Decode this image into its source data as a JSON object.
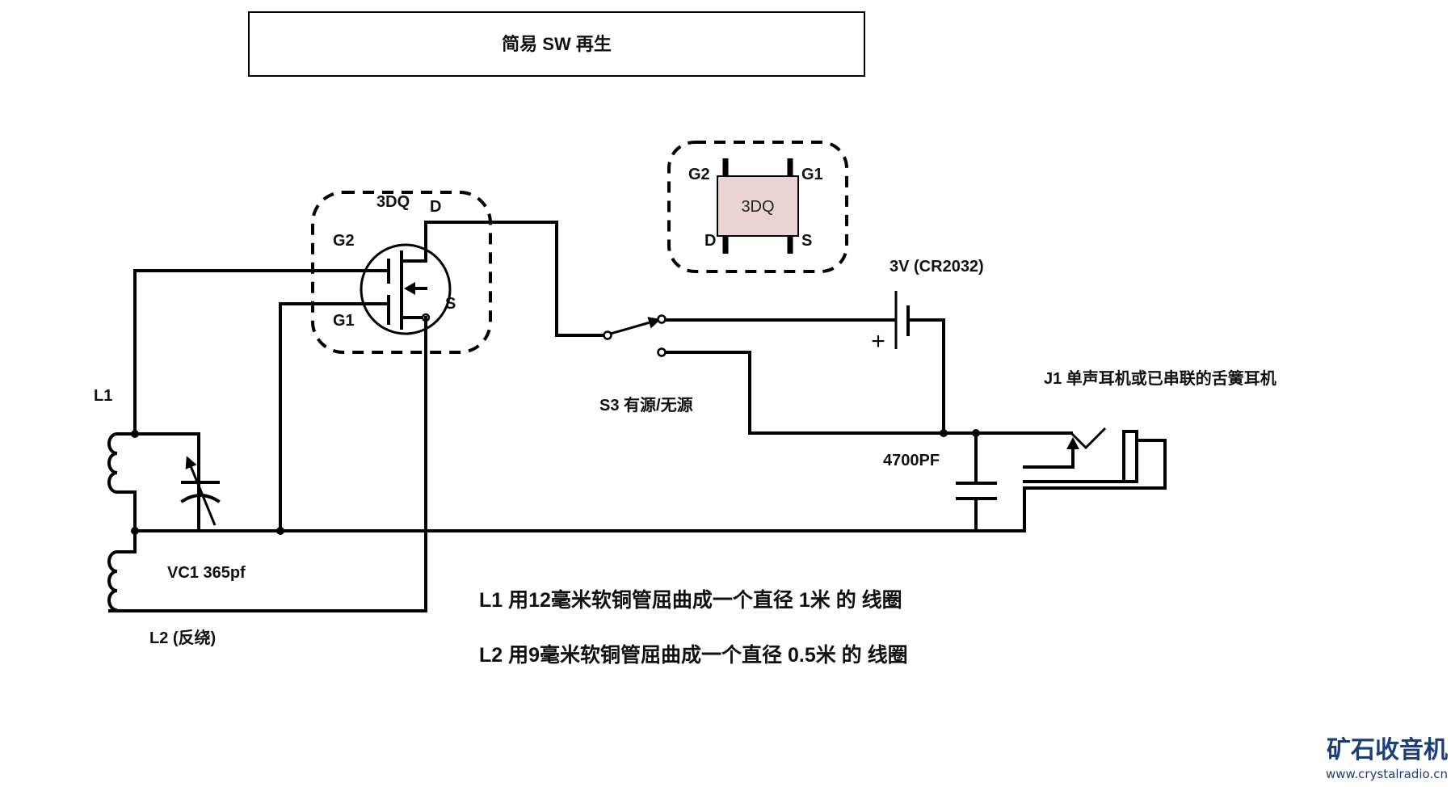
{
  "title": "简易 SW 再生",
  "colors": {
    "line": "#000000",
    "chip_fill": "#ecd3d3",
    "logo": "#1c3f7a"
  },
  "transistor": {
    "name": "3DQ",
    "pins": {
      "d": "D",
      "g2": "G2",
      "g1": "G1",
      "s": "S"
    }
  },
  "pinout": {
    "chip_label": "3DQ",
    "pins": {
      "top_left": "G2",
      "top_right": "G1",
      "bottom_left": "D",
      "bottom_right": "S"
    }
  },
  "labels": {
    "l1": "L1",
    "l2": "L2 (反绕)",
    "vc1": "VC1 365pf",
    "battery": "3V (CR2032)",
    "battery_plus": "+",
    "switch": "S3 有源/无源",
    "cap": "4700PF",
    "jack": "J1 单声耳机或已串联的舌簧耳机"
  },
  "notes": [
    "L1 用12毫米软铜管屈曲成一个直径 1米 的 线圈",
    "L2 用9毫米软铜管屈曲成一个直径 0.5米 的 线圈"
  ],
  "logo": {
    "name": "矿石收音机",
    "url": "www.crystalradio.cn"
  }
}
